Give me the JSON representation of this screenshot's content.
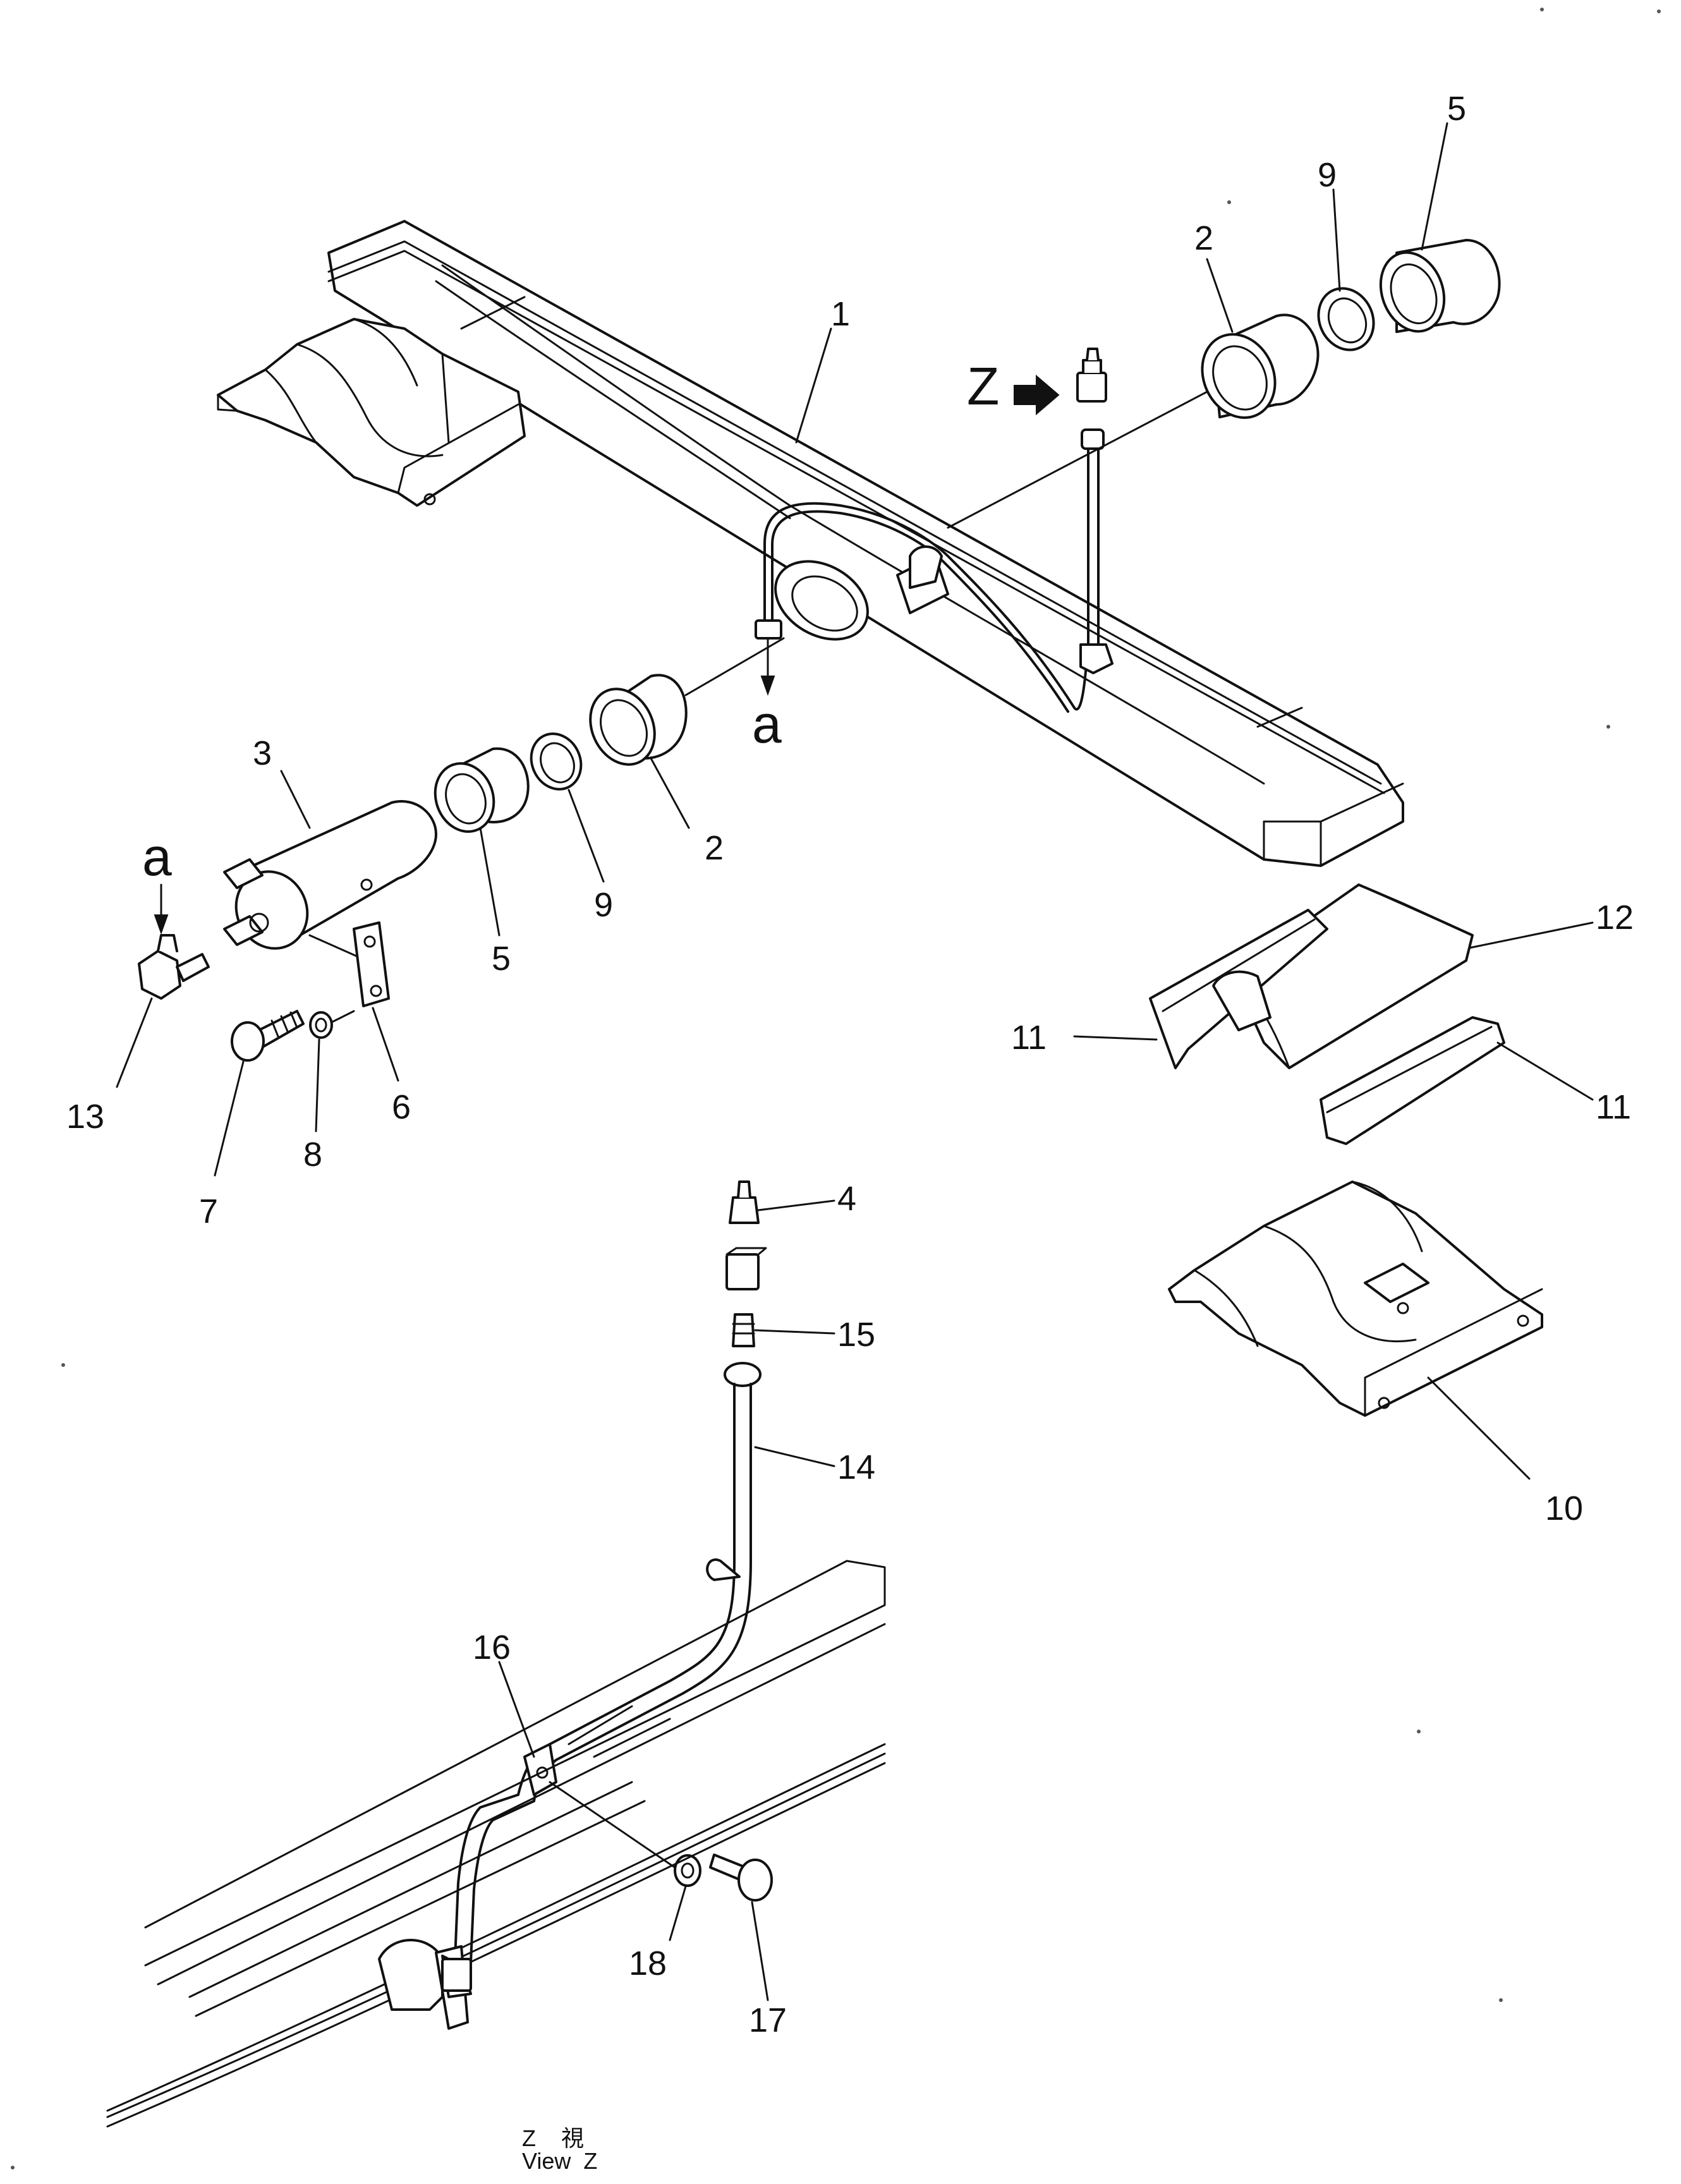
{
  "callouts": {
    "c1": "1",
    "c2a": "2",
    "c2b": "2",
    "c3": "3",
    "c4": "4",
    "c5a": "5",
    "c5b": "5",
    "c6": "6",
    "c7": "7",
    "c8": "8",
    "c9a": "9",
    "c9b": "9",
    "c10": "10",
    "c11a": "11",
    "c11b": "11",
    "c12": "12",
    "c13": "13",
    "c14": "14",
    "c15": "15",
    "c16": "16",
    "c17": "17",
    "c18": "18"
  },
  "reference_marks": {
    "z_marker": "Z",
    "a_top": "a",
    "a_left": "a"
  },
  "view_caption": {
    "line1": "Z    視",
    "line2": "View  Z"
  }
}
